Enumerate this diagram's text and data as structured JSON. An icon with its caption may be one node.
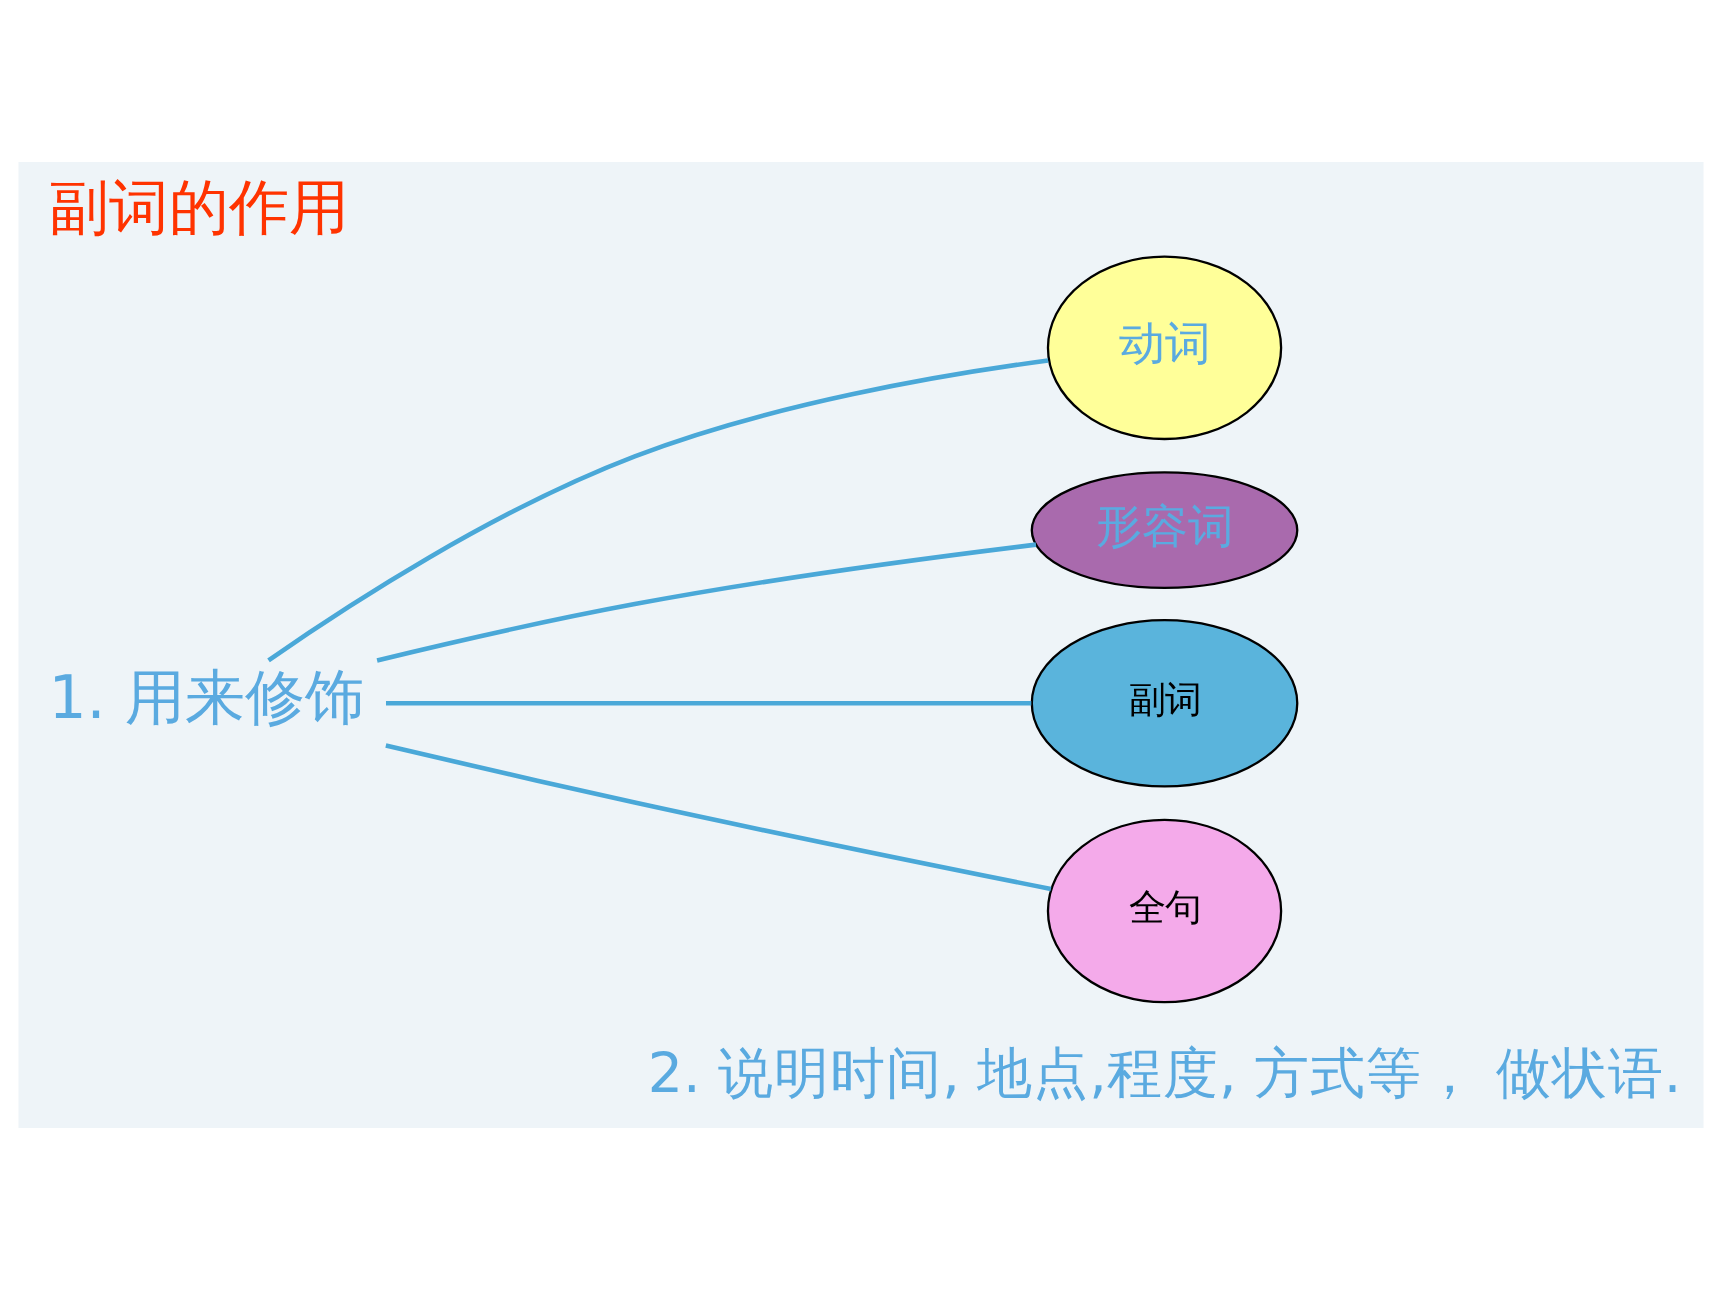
{
  "diagram": {
    "title": "副词的作用",
    "nodes": [
      {
        "text": [
          "1. 用来修饰"
        ]
      },
      {
        "text": [
          "动词"
        ]
      },
      {
        "text": [
          "形容词"
        ]
      },
      {
        "text": [
          "副词"
        ]
      },
      {
        "text": [
          "全句"
        ]
      }
    ],
    "edges": [
      {
        "from": 0,
        "to": 1,
        "arrow": "none"
      },
      {
        "from": 0,
        "to": 2,
        "arrow": "none"
      },
      {
        "from": 0,
        "to": 3,
        "arrow": "none"
      },
      {
        "from": 0,
        "to": 4,
        "arrow": "none"
      }
    ],
    "labels": [
      "2. 说明时间, 地点,程度, 方式等， 做状语."
    ]
  }
}
